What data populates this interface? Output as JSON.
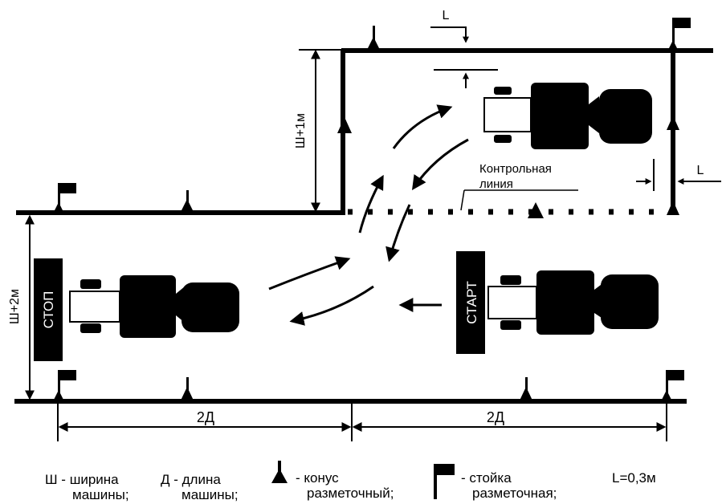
{
  "diagram": {
    "labels": {
      "stop": "СТОП",
      "start": "СТАРТ",
      "control_line_1": "Контрольная",
      "control_line_2": "линия",
      "width_plus_1": "Ш+1м",
      "width_plus_2": "Ш+2м",
      "length_2d_left": "2Д",
      "length_2d_right": "2Д",
      "gap_top": "L",
      "gap_right": "L"
    },
    "colors": {
      "ink": "#000000",
      "paper": "#ffffff"
    }
  },
  "legend": {
    "width_abbr": "Ш - ширина",
    "width_sub": "машины;",
    "length_abbr": "Д - длина",
    "length_sub": "машины;",
    "cone_title": "- конус",
    "cone_sub": "разметочный;",
    "post_title": "- стойка",
    "post_sub": "разметочная;",
    "l_value": "L=0,3м",
    "cone_icon": "cone-icon",
    "post_icon": "flag-post-icon"
  }
}
